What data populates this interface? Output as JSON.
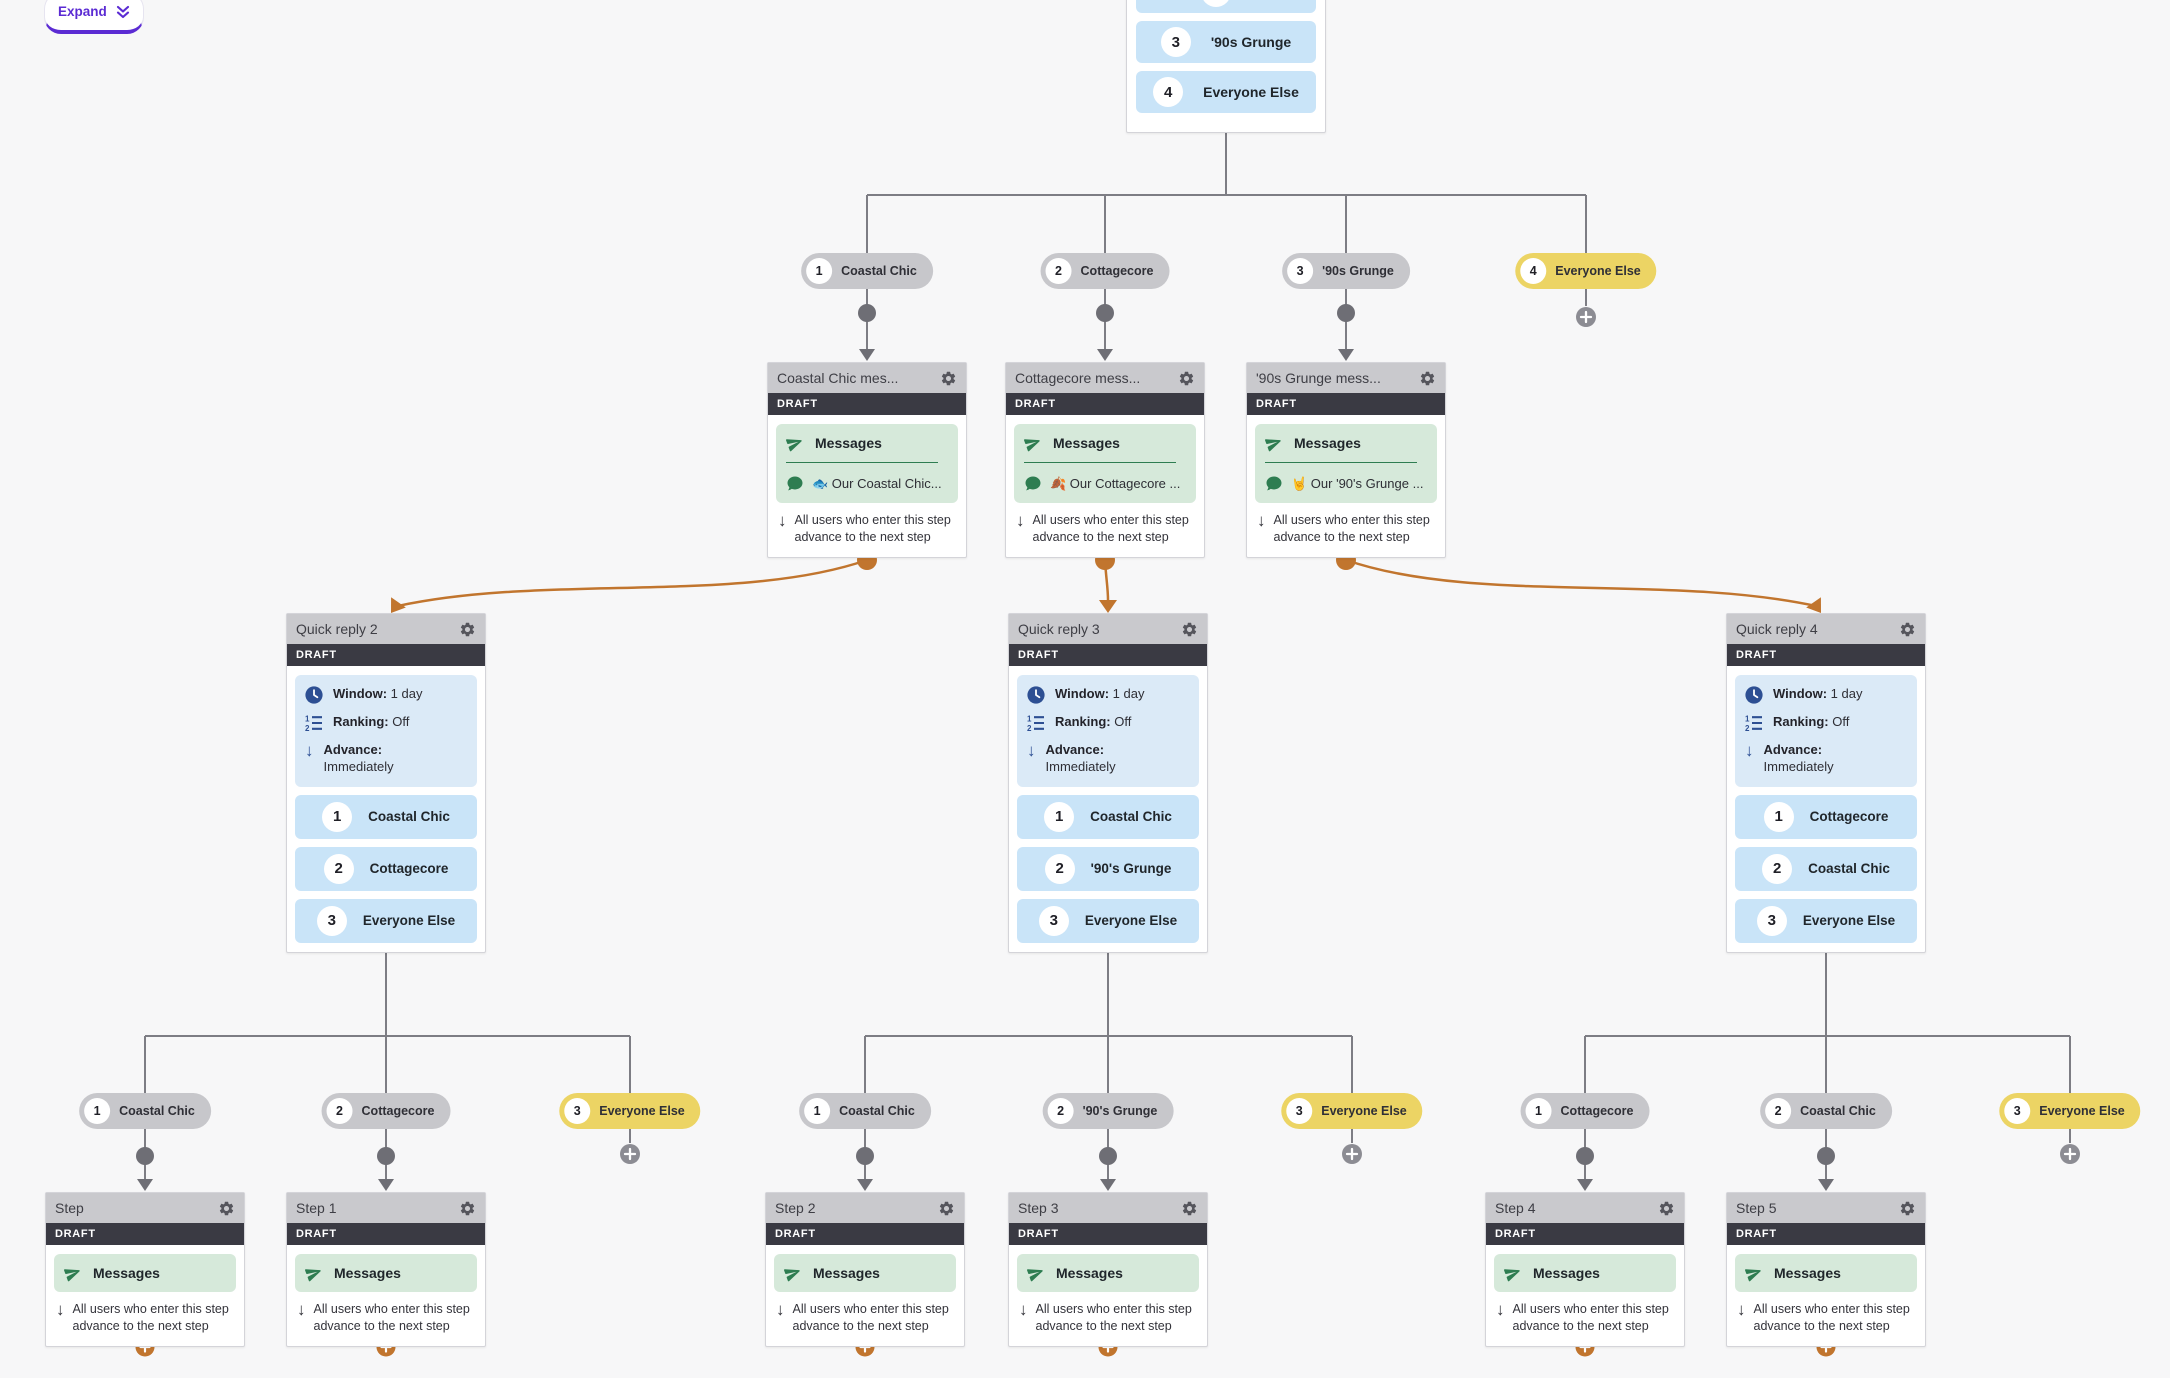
{
  "expand": {
    "label": "Expand"
  },
  "root_node": {
    "options": [
      {
        "number": "",
        "label": ""
      },
      {
        "number": "3",
        "label": "'90s Grunge"
      },
      {
        "number": "4",
        "label": "Everyone Else"
      }
    ]
  },
  "branch_tags_top": [
    {
      "number": "1",
      "label": "Coastal Chic"
    },
    {
      "number": "2",
      "label": "Cottagecore"
    },
    {
      "number": "3",
      "label": "'90s Grunge"
    },
    {
      "number": "4",
      "label": "Everyone Else"
    }
  ],
  "message_nodes": [
    {
      "title": "Coastal Chic mes...",
      "status": "DRAFT",
      "section": "Messages",
      "preview": "🐟 Our Coastal Chic...",
      "advance": "All users who enter this step advance to the next step"
    },
    {
      "title": "Cottagecore mess...",
      "status": "DRAFT",
      "section": "Messages",
      "preview": "🍂 Our Cottagecore ...",
      "advance": "All users who enter this step advance to the next step"
    },
    {
      "title": "'90s Grunge mess...",
      "status": "DRAFT",
      "section": "Messages",
      "preview": "🤘 Our '90's Grunge ...",
      "advance": "All users who enter this step advance to the next step"
    }
  ],
  "quick_reply_nodes": [
    {
      "title": "Quick reply 2",
      "status": "DRAFT",
      "settings": {
        "window_label": "Window:",
        "window_value": "1 day",
        "ranking_label": "Ranking:",
        "ranking_value": "Off",
        "advance_label": "Advance:",
        "advance_value": "Immediately"
      },
      "options": [
        {
          "number": "1",
          "label": "Coastal Chic"
        },
        {
          "number": "2",
          "label": "Cottagecore"
        },
        {
          "number": "3",
          "label": "Everyone Else"
        }
      ]
    },
    {
      "title": "Quick reply 3",
      "status": "DRAFT",
      "settings": {
        "window_label": "Window:",
        "window_value": "1 day",
        "ranking_label": "Ranking:",
        "ranking_value": "Off",
        "advance_label": "Advance:",
        "advance_value": "Immediately"
      },
      "options": [
        {
          "number": "1",
          "label": "Coastal Chic"
        },
        {
          "number": "2",
          "label": "'90's Grunge"
        },
        {
          "number": "3",
          "label": "Everyone Else"
        }
      ]
    },
    {
      "title": "Quick reply 4",
      "status": "DRAFT",
      "settings": {
        "window_label": "Window:",
        "window_value": "1 day",
        "ranking_label": "Ranking:",
        "ranking_value": "Off",
        "advance_label": "Advance:",
        "advance_value": "Immediately"
      },
      "options": [
        {
          "number": "1",
          "label": "Cottagecore"
        },
        {
          "number": "2",
          "label": "Coastal Chic"
        },
        {
          "number": "3",
          "label": "Everyone Else"
        }
      ]
    }
  ],
  "branch_tag_groups": [
    {
      "tags": [
        {
          "number": "1",
          "label": "Coastal Chic",
          "variant": "gray"
        },
        {
          "number": "2",
          "label": "Cottagecore",
          "variant": "gray"
        },
        {
          "number": "3",
          "label": "Everyone Else",
          "variant": "yellow"
        }
      ]
    },
    {
      "tags": [
        {
          "number": "1",
          "label": "Coastal Chic",
          "variant": "gray"
        },
        {
          "number": "2",
          "label": "'90's Grunge",
          "variant": "gray"
        },
        {
          "number": "3",
          "label": "Everyone Else",
          "variant": "yellow"
        }
      ]
    },
    {
      "tags": [
        {
          "number": "1",
          "label": "Cottagecore",
          "variant": "gray"
        },
        {
          "number": "2",
          "label": "Coastal Chic",
          "variant": "gray"
        },
        {
          "number": "3",
          "label": "Everyone Else",
          "variant": "yellow"
        }
      ]
    }
  ],
  "step_nodes": [
    {
      "title": "Step",
      "status": "DRAFT",
      "section": "Messages",
      "advance": "All users who enter this step advance to the next step"
    },
    {
      "title": "Step 1",
      "status": "DRAFT",
      "section": "Messages",
      "advance": "All users who enter this step advance to the next step"
    },
    {
      "title": "Step 2",
      "status": "DRAFT",
      "section": "Messages",
      "advance": "All users who enter this step advance to the next step"
    },
    {
      "title": "Step 3",
      "status": "DRAFT",
      "section": "Messages",
      "advance": "All users who enter this step advance to the next step"
    },
    {
      "title": "Step 4",
      "status": "DRAFT",
      "section": "Messages",
      "advance": "All users who enter this step advance to the next step"
    },
    {
      "title": "Step 5",
      "status": "DRAFT",
      "section": "Messages",
      "advance": "All users who enter this step advance to the next step"
    }
  ],
  "colors": {
    "accent_purple": "#5b2bd3",
    "draft_bar": "#3a3a43",
    "green_icon": "#2e7d51",
    "green_bg": "#d6e9da",
    "blue_bg": "#dbeaf7",
    "option_blue": "#c9e4f8",
    "icon_blue": "#2d4f93",
    "tag_gray": "#c7c7cb",
    "tag_yellow": "#ecd464",
    "connector_gray": "#7d7d84",
    "connector_orange": "#c1752e",
    "page_bg": "#f7f7f8"
  }
}
